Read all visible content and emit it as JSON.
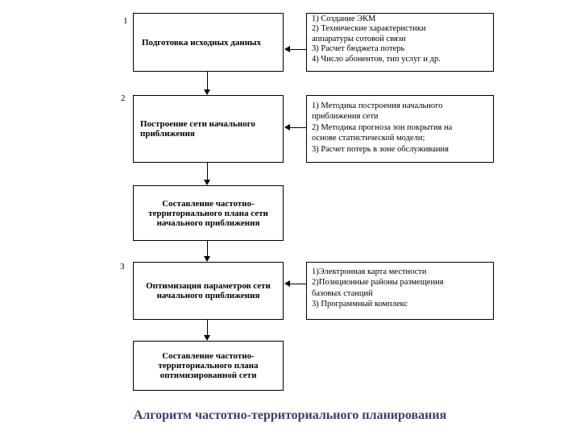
{
  "numbers": [
    "1",
    "2",
    "3"
  ],
  "steps": [
    "Подготовка исходных данных",
    "Построение сети начального приближения",
    "Составление  частотно-территориального плана сети начального приближения",
    "Оптимизация параметров сети начального приближения",
    "Составление  частотно-территориального плана оптимизированной сети"
  ],
  "details": [
    [
      "1) Создание ЭКМ",
      "2) Технические характеристики",
      "аппаратуры   сотовой связи",
      "3) Расчет бюджета потерь",
      "4) Число абонентов, тип услуг и др."
    ],
    [
      "1) Методика построения начального",
      "приближения сети",
      "2)  Методика прогноза зон покрытия на",
      "основе статистической модели;",
      "3)  Расчет  потерь в зоне обслуживания"
    ],
    [
      "1)Электронная карта местности",
      "2)Позиционные районы  размещения",
      "базовых станций",
      " 3) Программный комплекс"
    ]
  ],
  "caption": "Алгоритм частотно-территориального планирования"
}
